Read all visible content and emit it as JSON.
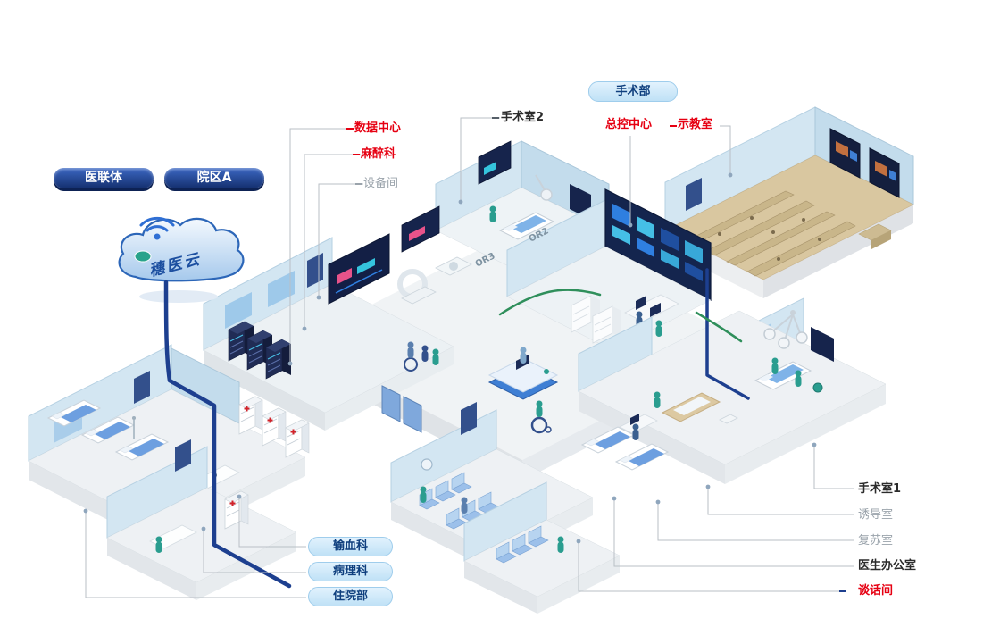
{
  "cloud": {
    "label": "穗医云"
  },
  "pills": {
    "medical_alliance": "医联体",
    "campus_a": "院区A",
    "surgery_dept": "手术部",
    "blood_transfusion": "输血科",
    "pathology": "病理科",
    "inpatient": "住院部"
  },
  "annotations": {
    "data_center": "数据中心",
    "anesthesiology": "麻醉科",
    "equipment_room": "设备间",
    "operating_room_2": "手术室2",
    "master_control": "总控中心",
    "demo_classroom": "示教室",
    "operating_room_1": "手术室1",
    "induction_room": "诱导室",
    "recovery_room": "复苏室",
    "doctor_office": "医生办公室",
    "talk_room": "谈话间"
  },
  "room_tags": {
    "or2": "OR2",
    "or3": "OR3"
  },
  "colors": {
    "annotation_red": "#e60012",
    "annotation_dark": "#2b2b2b",
    "annotation_gray": "#9aa3ab",
    "pill_dark_blue": "#1d3f8f",
    "pill_light_blue": "#cfe9fa",
    "cable_navy": "#1d3f8f",
    "cable_green": "#2f8f5b",
    "wall_blue": "#d3e6f2",
    "classroom_floor_tan": "#d9c7a0",
    "screen_navy": "#14254e"
  }
}
